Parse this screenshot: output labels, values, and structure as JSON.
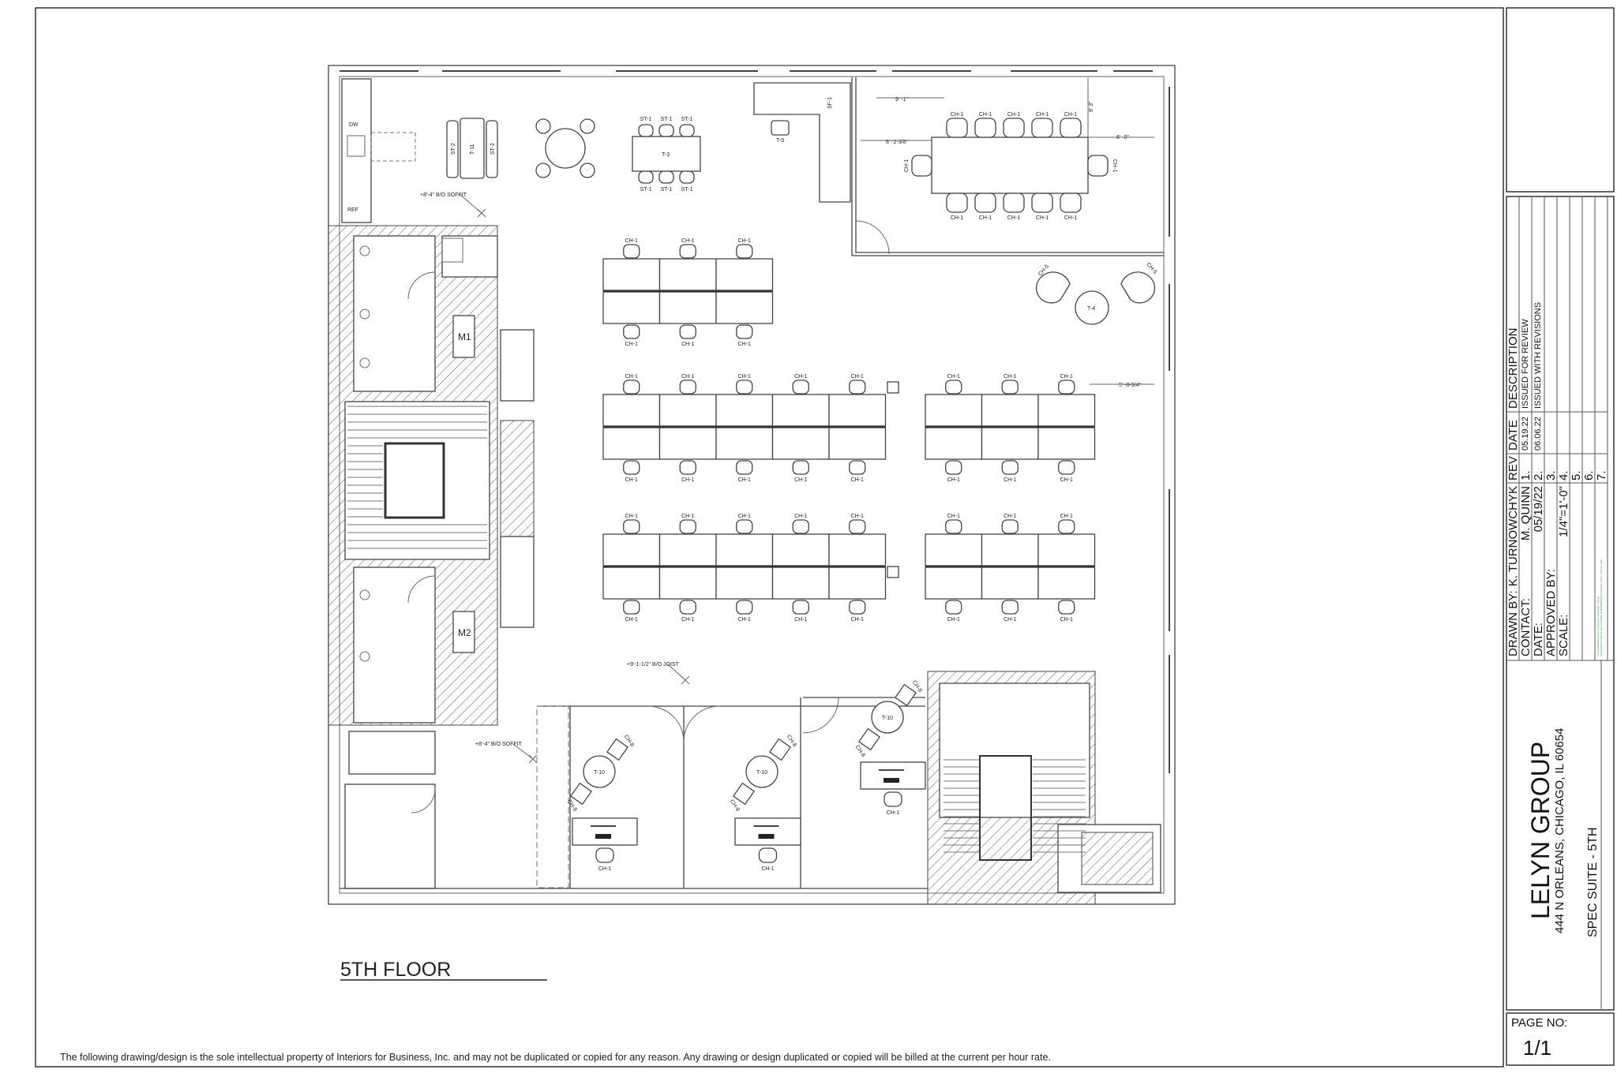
{
  "sheet": {
    "plan_title": "5TH FLOOR",
    "footer_notice": "The following drawing/design is the sole intellectual property of Interiors for Business, Inc. and may not be duplicated or copied for any reason. Any drawing or design duplicated or copied will be billed at the current per hour rate."
  },
  "title_block": {
    "drawn_by_label": "DRAWN BY:",
    "drawn_by": "K. TURNOWCHYK",
    "contact_label": "CONTACT:",
    "contact": "M. QUINN",
    "date_label": "DATE:",
    "date": "05/19/22",
    "approved_by_label": "APPROVED BY:",
    "scale_label": "SCALE:",
    "scale": "1/4\"=1'-0\"",
    "file_path_note": "c:\\Users\\Public\\Interiors for Business, Inc\\Design - Design Projects\\444 N Orleans Spec Suites\\5th FL\\DRAWING\\444 N Orleans_5th FL_CBT 02.vwdw",
    "rev_header": "REV",
    "date_header": "DATE",
    "description_header": "DESCRIPTION",
    "revisions": [
      {
        "rev": "1.",
        "date": "05.19.22",
        "description": "ISSUED FOR REVIEW"
      },
      {
        "rev": "2.",
        "date": "06.06.22",
        "description": "ISSUED WITH REVISIONS"
      },
      {
        "rev": "3.",
        "date": "",
        "description": ""
      },
      {
        "rev": "4.",
        "date": "",
        "description": ""
      },
      {
        "rev": "5.",
        "date": "",
        "description": ""
      },
      {
        "rev": "6.",
        "date": "",
        "description": ""
      },
      {
        "rev": "7.",
        "date": "",
        "description": ""
      }
    ],
    "client": "LELYN GROUP",
    "address": "444 N ORLEANS, CHICAGO, IL 60654",
    "project": "SPEC SUITE - 5TH",
    "page_no_label": "PAGE NO:",
    "page_no": "1/1"
  },
  "plan": {
    "chair_code": "CH-1",
    "stool_code": "ST-1",
    "bench_code": "ST-2",
    "lounge_chair_code": "CH-5",
    "guest_chair_code": "CH-8",
    "labels": {
      "m1": "M1",
      "m2": "M2",
      "t11": "T-11",
      "t3": "T-3",
      "t4": "T-4",
      "t5": "T-5",
      "t10": "T-10",
      "sf1": "SF-1",
      "ref": "REF",
      "dw": "DW",
      "soffit_top": "+8'-4\" B/O SOFFIT",
      "soffit_bottom": "+8'-4\" B/O SOFFIT",
      "joist": "+9'-1-1/2\" B/O JOIST",
      "dim_9_1": "9' -1\"",
      "dim_6_2": "6' -2-3/8\"",
      "dim_6_0": "6' -0\"",
      "dim_8_3": "8' 3\"",
      "dim_5_8": "5' -8-3/4\""
    }
  }
}
